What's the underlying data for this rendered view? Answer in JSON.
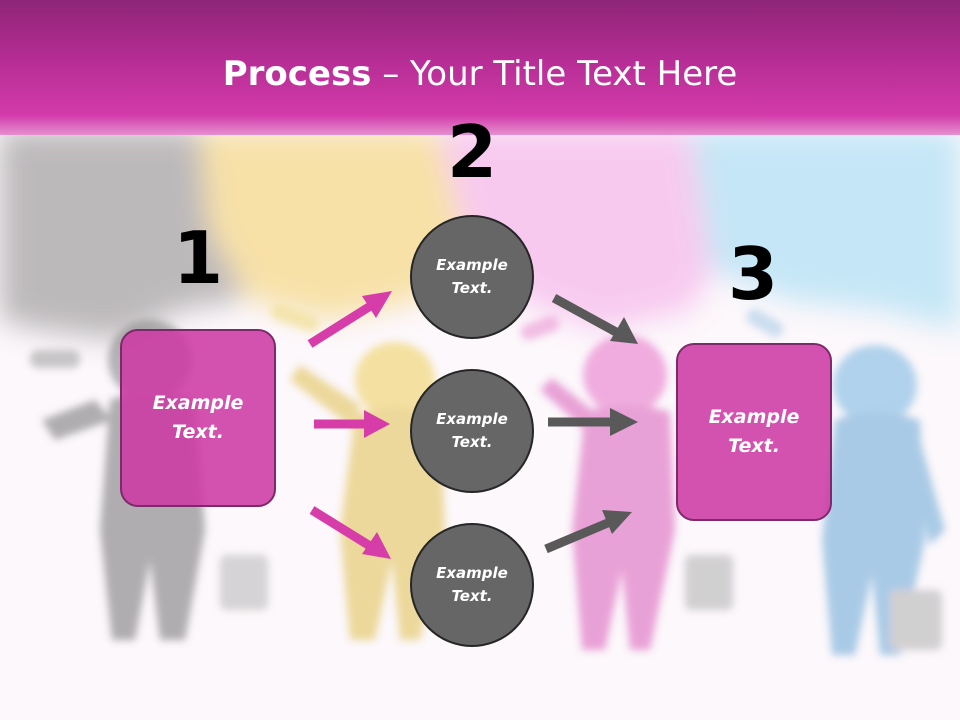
{
  "title": {
    "bold": "Process",
    "rest": " – Your Title Text Here"
  },
  "steps": [
    {
      "number": "1",
      "box_text": [
        "Example",
        "Text."
      ]
    },
    {
      "number": "2"
    },
    {
      "number": "3",
      "box_text": [
        "Example",
        "Text."
      ]
    }
  ],
  "circles": [
    {
      "lines": [
        "Example",
        "Text."
      ]
    },
    {
      "lines": [
        "Example",
        "Text."
      ]
    },
    {
      "lines": [
        "Example",
        "Text."
      ]
    }
  ],
  "colors": {
    "header": "#b62d95",
    "box": "#ce3aa4",
    "circle": "#666666",
    "arrow_left": "#d63da9",
    "arrow_right": "#595959"
  }
}
